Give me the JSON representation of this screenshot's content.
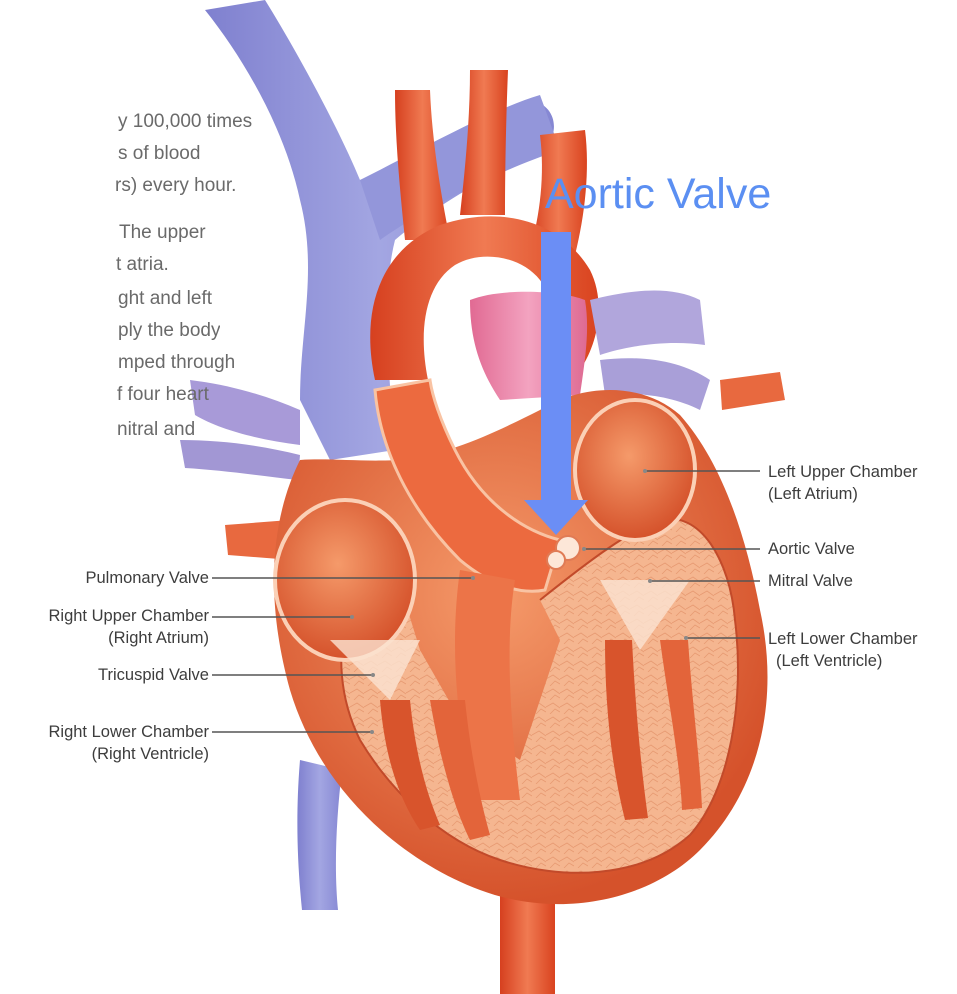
{
  "intro_fragments": [
    "y 100,000 times",
    "s of blood",
    "rs) every hour.",
    "The upper",
    "t atria.",
    "ght and left",
    "ply the body",
    "mped through",
    "f four heart",
    "nitral and"
  ],
  "overlay": {
    "title": "Aortic Valve",
    "arrow_color": "#6b8ef5"
  },
  "labels": {
    "pulmonary_valve": "Pulmonary Valve",
    "right_upper_1": "Right Upper Chamber",
    "right_upper_2": "(Right Atrium)",
    "tricuspid_valve": "Tricuspid Valve",
    "right_lower_1": "Right Lower Chamber",
    "right_lower_2": "(Right Ventricle)",
    "left_upper_1": "Left Upper Chamber",
    "left_upper_2": "(Left Atrium)",
    "aortic_valve": "Aortic Valve",
    "mitral_valve": "Mitral Valve",
    "left_lower_1": "Left Lower Chamber",
    "left_lower_2": "(Left Ventricle)"
  },
  "colors": {
    "vein_blue": "#8f8fd6",
    "artery_red": "#e8512e",
    "muscle": "#e9734a",
    "pink_vessel": "#e77fa3",
    "myocardium": "#f5b48c"
  }
}
